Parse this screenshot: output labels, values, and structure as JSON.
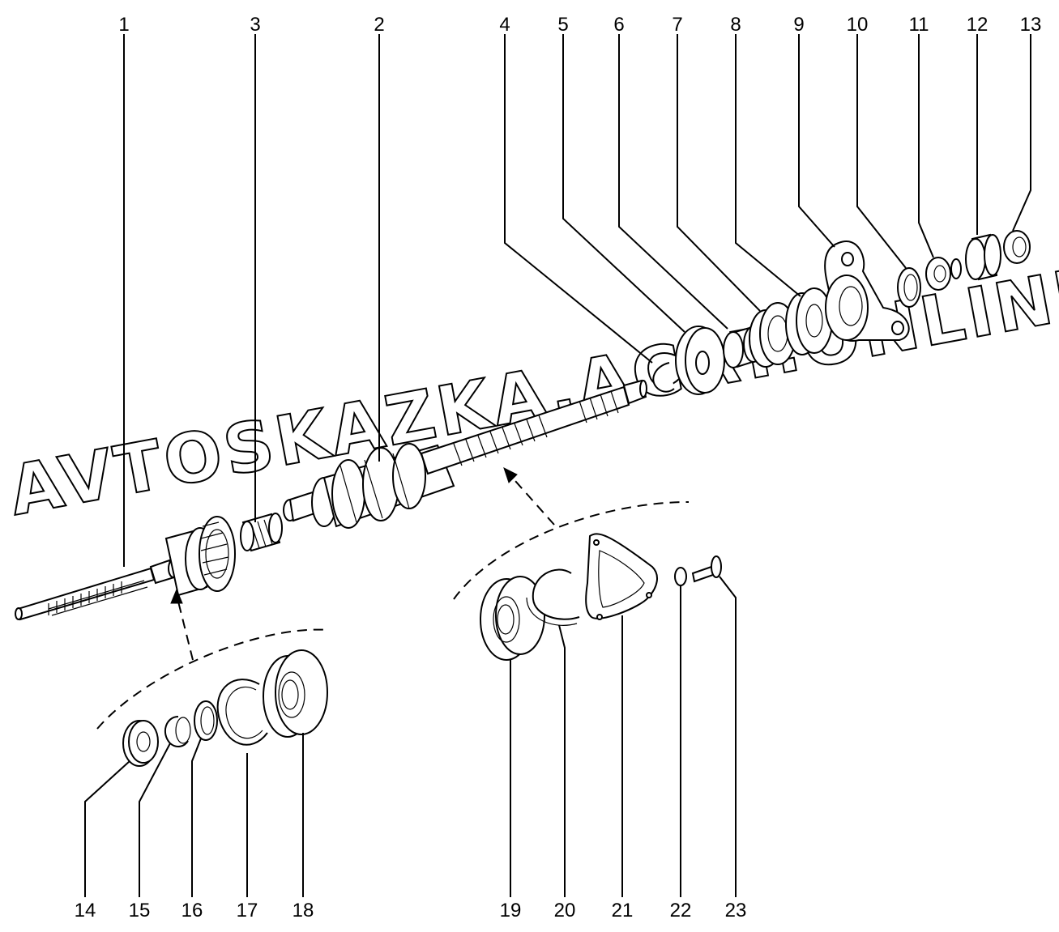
{
  "watermark": "AVTOSKAZKA.ACAT.ONLINE",
  "callouts": [
    {
      "id": "1",
      "label": "1"
    },
    {
      "id": "2",
      "label": "2"
    },
    {
      "id": "3",
      "label": "3"
    },
    {
      "id": "4",
      "label": "4"
    },
    {
      "id": "5",
      "label": "5"
    },
    {
      "id": "6",
      "label": "6"
    },
    {
      "id": "7",
      "label": "7"
    },
    {
      "id": "8",
      "label": "8"
    },
    {
      "id": "9",
      "label": "9"
    },
    {
      "id": "10",
      "label": "10"
    },
    {
      "id": "11",
      "label": "11"
    },
    {
      "id": "12",
      "label": "12"
    },
    {
      "id": "13",
      "label": "13"
    },
    {
      "id": "14",
      "label": "14"
    },
    {
      "id": "15",
      "label": "15"
    },
    {
      "id": "16",
      "label": "16"
    },
    {
      "id": "17",
      "label": "17"
    },
    {
      "id": "18",
      "label": "18"
    },
    {
      "id": "19",
      "label": "19"
    },
    {
      "id": "20",
      "label": "20"
    },
    {
      "id": "21",
      "label": "21"
    },
    {
      "id": "22",
      "label": "22"
    },
    {
      "id": "23",
      "label": "23"
    }
  ]
}
